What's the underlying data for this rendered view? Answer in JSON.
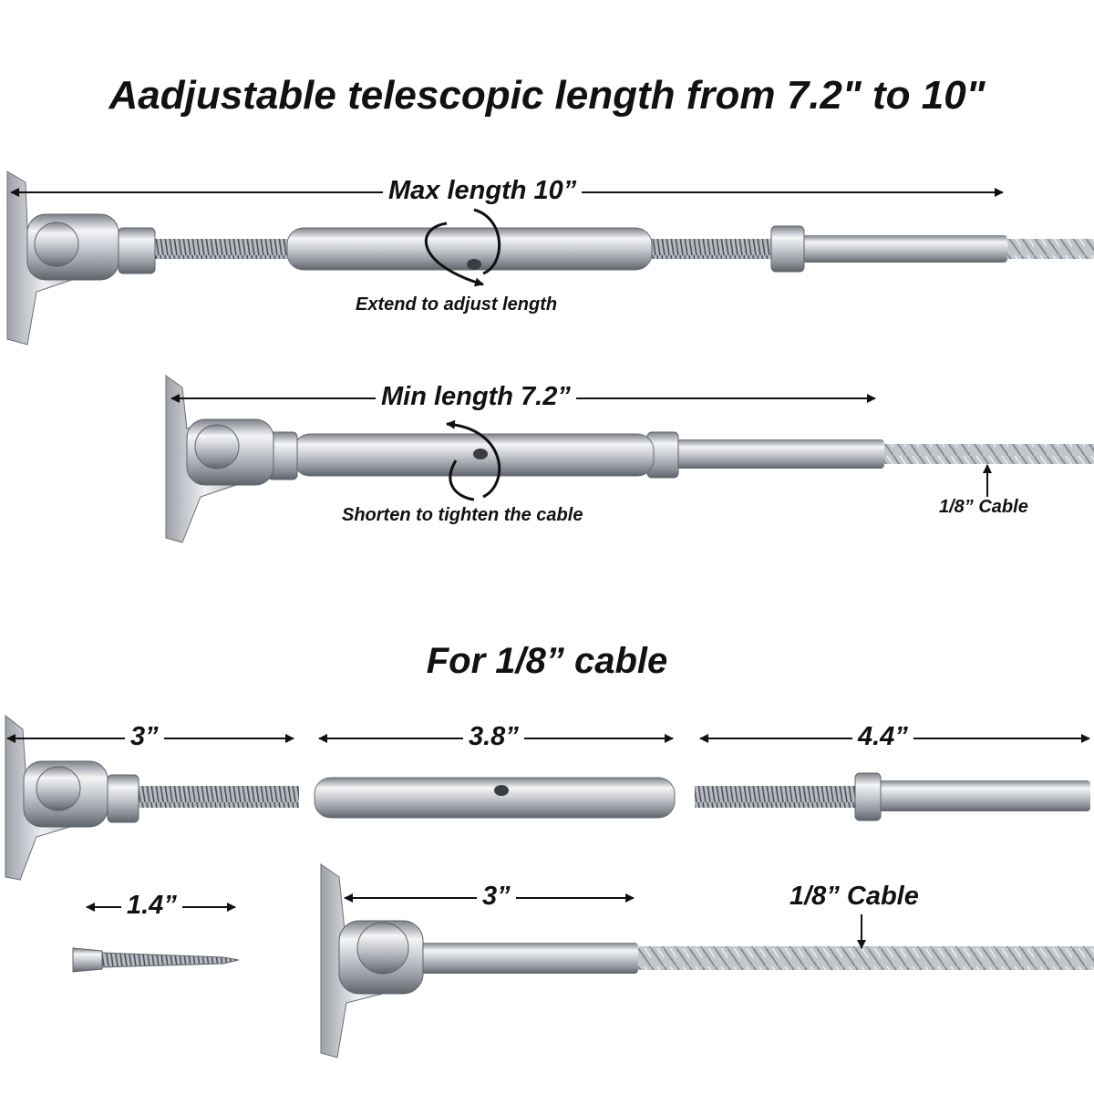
{
  "headline": "Aadjustable telescopic length from 7.2\" to 10\"",
  "assembly_max": {
    "dimension_label": "Max length 10”",
    "action_note": "Extend to adjust length"
  },
  "assembly_min": {
    "dimension_label": "Min length 7.2”",
    "action_note": "Shorten to tighten the cable",
    "cable_note": "1/8” Cable"
  },
  "parts_heading": "For 1/8” cable",
  "parts": {
    "deck_toggle_bolt": "3”",
    "turnbuckle_body": "3.8”",
    "threaded_stud": "4.4”",
    "screw": "1.4”",
    "swage_toggle": "3”",
    "cable": "1/8” Cable"
  },
  "colors": {
    "steel": "#c9ccd1",
    "steel_dark": "#7d8189",
    "text": "#111111"
  }
}
